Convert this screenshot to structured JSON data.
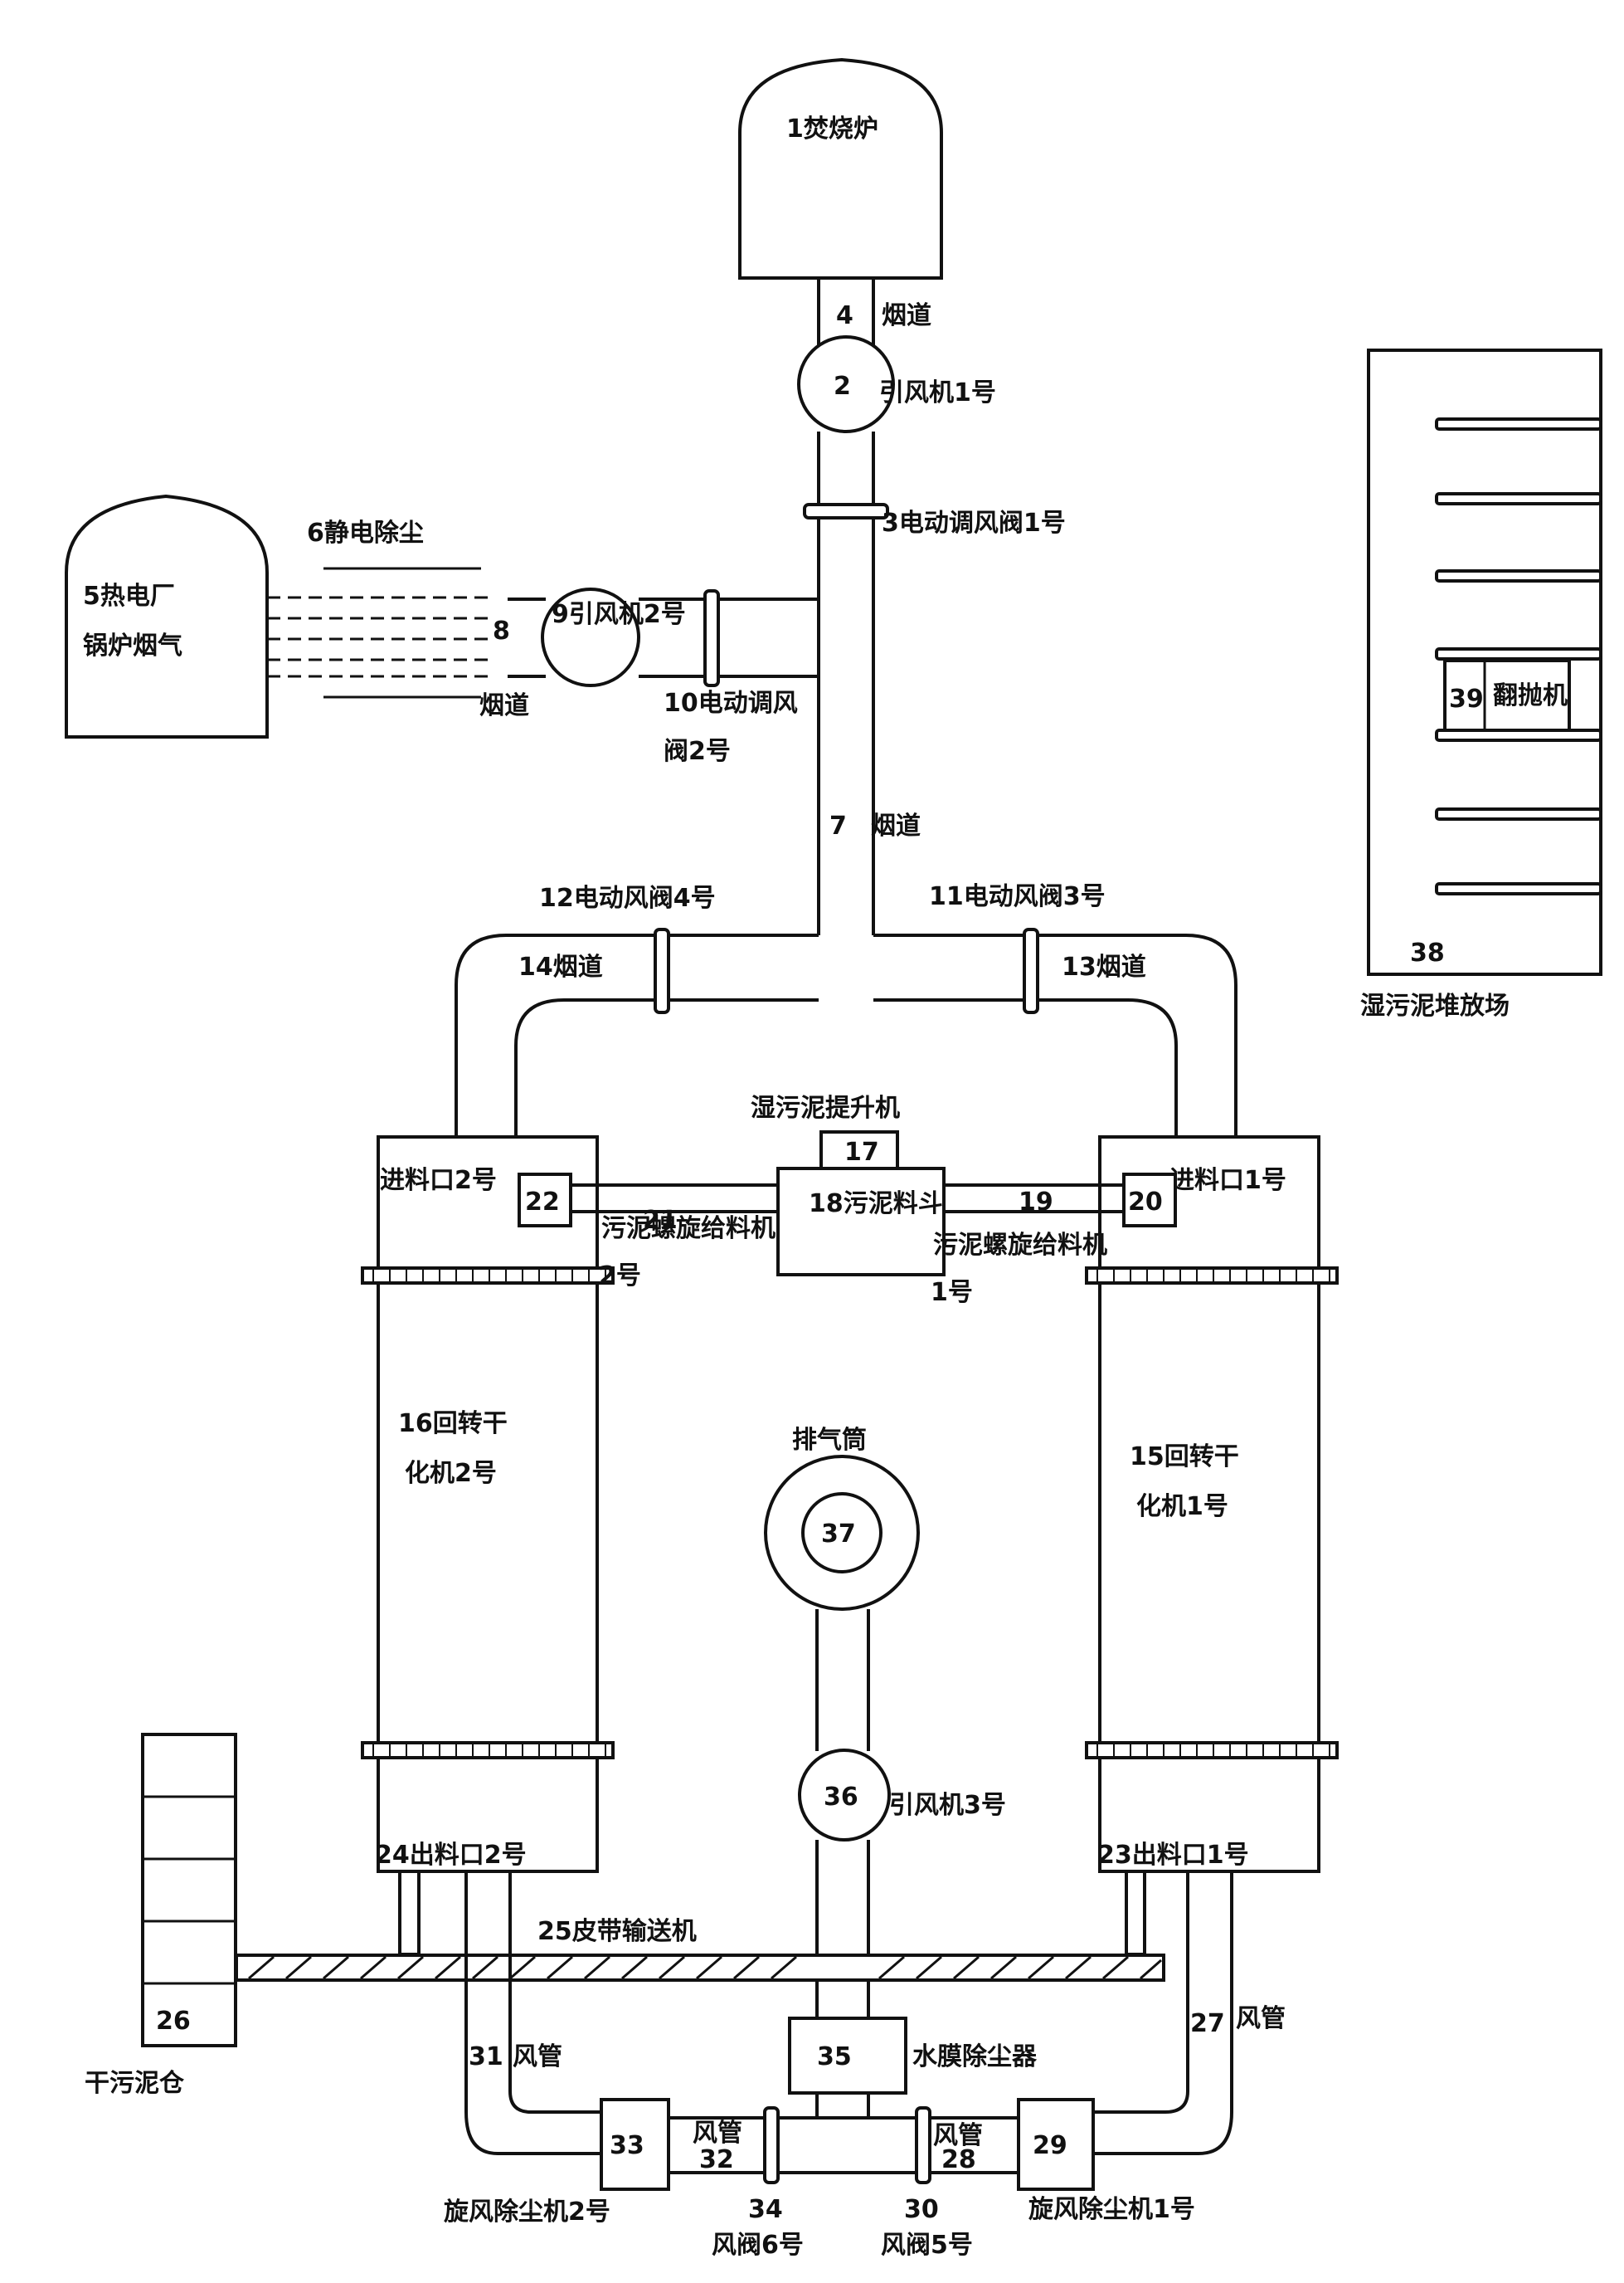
{
  "labels": {
    "incinerator": "1焚烧炉",
    "flue_4": "4",
    "flue_4_text": "烟道",
    "fan1_num": "2",
    "fan1_text": "引风机1号",
    "damper1": "3电动调风阀1号",
    "power_plant_l1": "5热电厂",
    "power_plant_l2": "锅炉烟气",
    "esp": "6静电除尘",
    "num_8": "8",
    "flue_8_text": "烟道",
    "fan2": "9引风机2号",
    "damper2_l1": "10电动调风",
    "damper2_l2": "阀2号",
    "flue_7": "7",
    "flue_7_text": "烟道",
    "damper4": "12电动风阀4号",
    "damper3": "11电动风阀3号",
    "flue_14": "14烟道",
    "flue_13": "13烟道",
    "hoist": "湿污泥提升机",
    "num_17": "17",
    "hopper": "18污泥料斗",
    "inlet2": "进料口2号",
    "inlet1": "进料口1号",
    "num_22": "22",
    "num_20": "20",
    "num_21": "21",
    "num_19": "19",
    "screw2_l1": "污泥螺旋给料机",
    "screw2_l2": "2号",
    "screw1_l1": "污泥螺旋给料机",
    "screw1_l2": "1号",
    "dryer2_l1": "16回转干",
    "dryer2_l2": "化机2号",
    "dryer1_l1": "15回转干",
    "dryer1_l2": "化机1号",
    "stack": "排气筒",
    "num_37": "37",
    "num_36": "36",
    "fan3": "引风机3号",
    "outlet2": "24出料口2号",
    "outlet1": "23出料口1号",
    "belt": "25皮带输送机",
    "num_26": "26",
    "dry_storage": "干污泥仓",
    "duct31_num": "31",
    "duct31_text": "风管",
    "duct27_num": "27",
    "duct27_text": "风管",
    "num_35": "35",
    "scrubber": "水膜除尘器",
    "num_33": "33",
    "duct32_text": "风管",
    "duct32_num": "32",
    "duct28_text": "风管",
    "duct28_num": "28",
    "num_29": "29",
    "num_34": "34",
    "damper6": "风阀6号",
    "num_30": "30",
    "damper5": "风阀5号",
    "cyclone2": "旋风除尘机2号",
    "cyclone1": "旋风除尘机1号",
    "num_39": "39",
    "mixer": "翻抛机",
    "num_38": "38",
    "wet_storage": "湿污泥堆放场"
  }
}
